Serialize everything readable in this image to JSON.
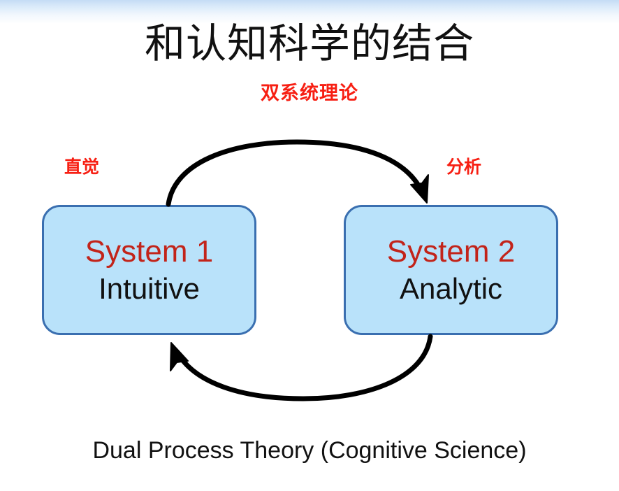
{
  "slide": {
    "title": "和认知科学的结合",
    "subtitle": "双系统理论",
    "caption": "Dual Process Theory (Cognitive Science)"
  },
  "labels": {
    "left": "直觉",
    "right": "分析"
  },
  "boxes": [
    {
      "heading": "System 1",
      "subheading": "Intuitive"
    },
    {
      "heading": "System 2",
      "subheading": "Analytic"
    }
  ],
  "arrows": [
    {
      "name": "system1-to-system2",
      "direction": "left-to-right",
      "position": "top"
    },
    {
      "name": "system2-to-system1",
      "direction": "right-to-left",
      "position": "bottom"
    }
  ],
  "colors": {
    "accent_red": "#f71f13",
    "heading_red": "#c2241a",
    "box_fill": "#b9e2fa",
    "box_border": "#3a6fb0",
    "text_black": "#111111",
    "arrow_black": "#000000",
    "top_gradient_blue": "#c5dcf5",
    "background": "#ffffff"
  }
}
